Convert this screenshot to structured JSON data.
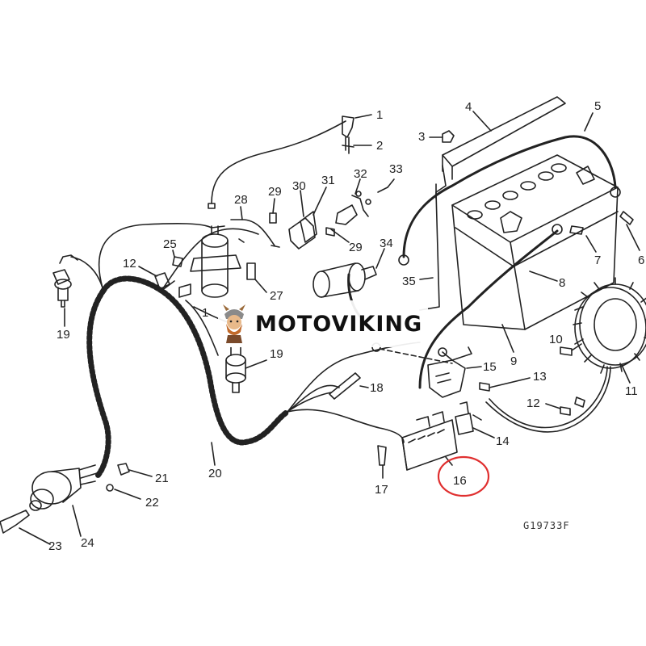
{
  "diagram": {
    "callouts": [
      {
        "id": "c1",
        "label": "1"
      },
      {
        "id": "c2",
        "label": "2"
      },
      {
        "id": "c3",
        "label": "3"
      },
      {
        "id": "c4",
        "label": "4"
      },
      {
        "id": "c5",
        "label": "5"
      },
      {
        "id": "c6",
        "label": "6"
      },
      {
        "id": "c7",
        "label": "7"
      },
      {
        "id": "c8",
        "label": "8"
      },
      {
        "id": "c9",
        "label": "9"
      },
      {
        "id": "c10",
        "label": "10"
      },
      {
        "id": "c11",
        "label": "11"
      },
      {
        "id": "c12a",
        "label": "12"
      },
      {
        "id": "c12b",
        "label": "12"
      },
      {
        "id": "c13",
        "label": "13"
      },
      {
        "id": "c14",
        "label": "14"
      },
      {
        "id": "c15",
        "label": "15"
      },
      {
        "id": "c16",
        "label": "16"
      },
      {
        "id": "c17",
        "label": "17"
      },
      {
        "id": "c18",
        "label": "18"
      },
      {
        "id": "c19a",
        "label": "19"
      },
      {
        "id": "c19b",
        "label": "19"
      },
      {
        "id": "c20",
        "label": "20"
      },
      {
        "id": "c21",
        "label": "21"
      },
      {
        "id": "c22",
        "label": "22"
      },
      {
        "id": "c23",
        "label": "23"
      },
      {
        "id": "c24",
        "label": "24"
      },
      {
        "id": "c25",
        "label": "25"
      },
      {
        "id": "c27",
        "label": "27"
      },
      {
        "id": "c28",
        "label": "28"
      },
      {
        "id": "c29a",
        "label": "29"
      },
      {
        "id": "c29b",
        "label": "29"
      },
      {
        "id": "c30",
        "label": "30"
      },
      {
        "id": "c31",
        "label": "31"
      },
      {
        "id": "c32",
        "label": "32"
      },
      {
        "id": "c33",
        "label": "33"
      },
      {
        "id": "c34",
        "label": "34"
      },
      {
        "id": "c35",
        "label": "35"
      },
      {
        "id": "c1hidden",
        "label": "1"
      }
    ],
    "figure_code": "G19733F",
    "highlight_color": "#e03030",
    "line_color": "#222222"
  },
  "watermark": {
    "text": "MOTOVIKING",
    "icon": "viking-mascot-icon"
  }
}
